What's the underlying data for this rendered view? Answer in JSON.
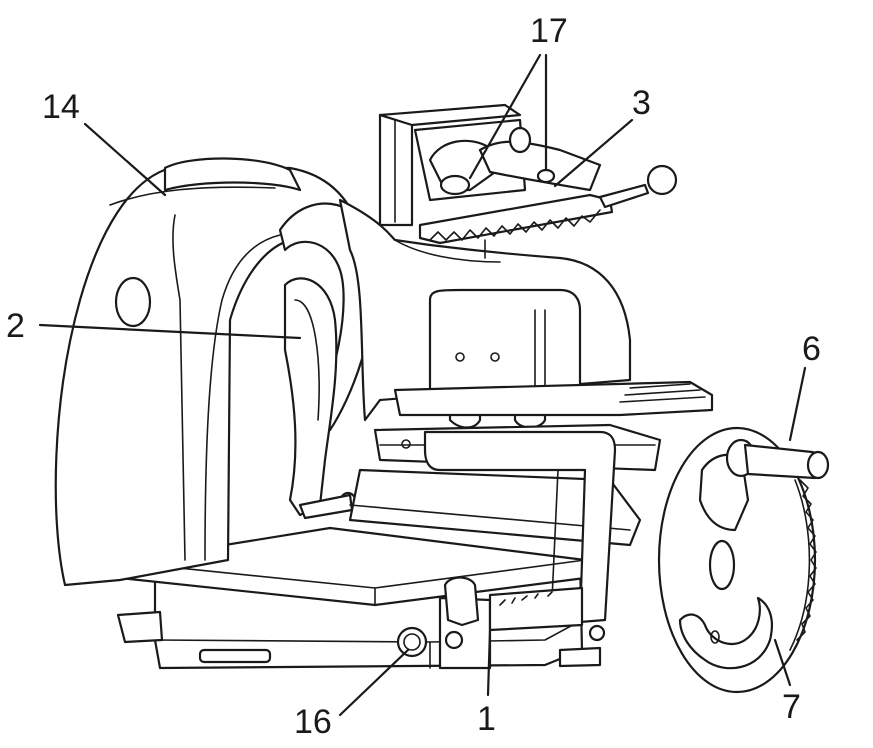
{
  "diagram": {
    "callouts": [
      {
        "id": "c17",
        "label": "17"
      },
      {
        "id": "c14",
        "label": "14"
      },
      {
        "id": "c3",
        "label": "3"
      },
      {
        "id": "c2",
        "label": "2"
      },
      {
        "id": "c6",
        "label": "6"
      },
      {
        "id": "c16",
        "label": "16"
      },
      {
        "id": "c1",
        "label": "1"
      },
      {
        "id": "c7",
        "label": "7"
      }
    ]
  }
}
